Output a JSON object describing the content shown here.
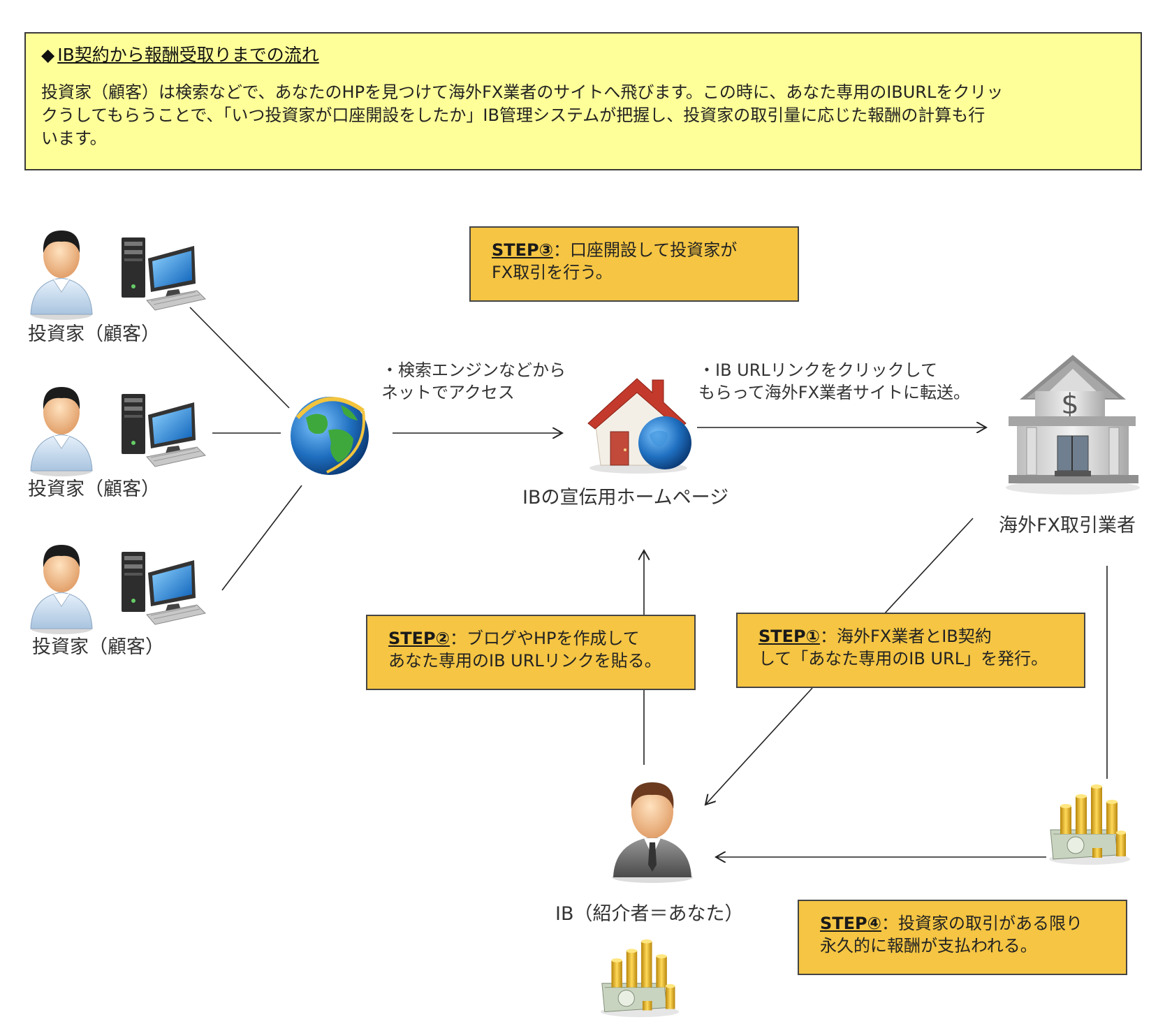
{
  "intro": {
    "marker": "◆",
    "title": "IB契約から報酬受取りまでの流れ",
    "body_line1": "投資家（顧客）は検索などで、あなたのHPを見つけて海外FX業者のサイトへ飛びます。この時に、あなた専用のIBURLをクリッ",
    "body_line2": "クうしてもらうことで、「いつ投資家が口座開設をしたか」IB管理システムが把握し、投資家の取引量に応じた報酬の計算も行",
    "body_line3": "います。"
  },
  "investors": [
    {
      "label": "投資家（顧客）"
    },
    {
      "label": "投資家（顧客）"
    },
    {
      "label": "投資家（顧客）"
    }
  ],
  "notes": {
    "search_line1": "・検索エンジンなどから",
    "search_line2": "ネットでアクセス",
    "iburl_line1": "・IB URLリンクをクリックして",
    "iburl_line2": "もらって海外FX業者サイトに転送。"
  },
  "homepage": {
    "label": "IBの宣伝用ホームページ"
  },
  "broker": {
    "label": "海外FX取引業者"
  },
  "ib": {
    "label": "IB（紹介者＝あなた）"
  },
  "steps": {
    "step3": {
      "tag": "STEP③",
      "line1": "：口座開設して投資家が",
      "line2": "FX取引を行う。"
    },
    "step2": {
      "tag": "STEP②",
      "line1": "：ブログやHPを作成して",
      "line2": "あなた専用のIB URLリンクを貼る。"
    },
    "step1": {
      "tag": "STEP①",
      "line1": "：海外FX業者とIB契約",
      "line2": "して「あなた専用のIB URL」を発行。"
    },
    "step4": {
      "tag": "STEP④",
      "line1": "：投資家の取引がある限り",
      "line2": "永久的に報酬が支払われる。"
    }
  },
  "colors": {
    "intro_bg": "#ffff99",
    "step_bg": "#f5c543",
    "line": "#222222"
  },
  "icons": {
    "investor": "person-icon",
    "computer": "computer-icon",
    "internet": "globe-icon",
    "homepage": "house-globe-icon",
    "broker": "bank-icon",
    "ib": "businessman-icon",
    "money": "money-stack-icon"
  }
}
